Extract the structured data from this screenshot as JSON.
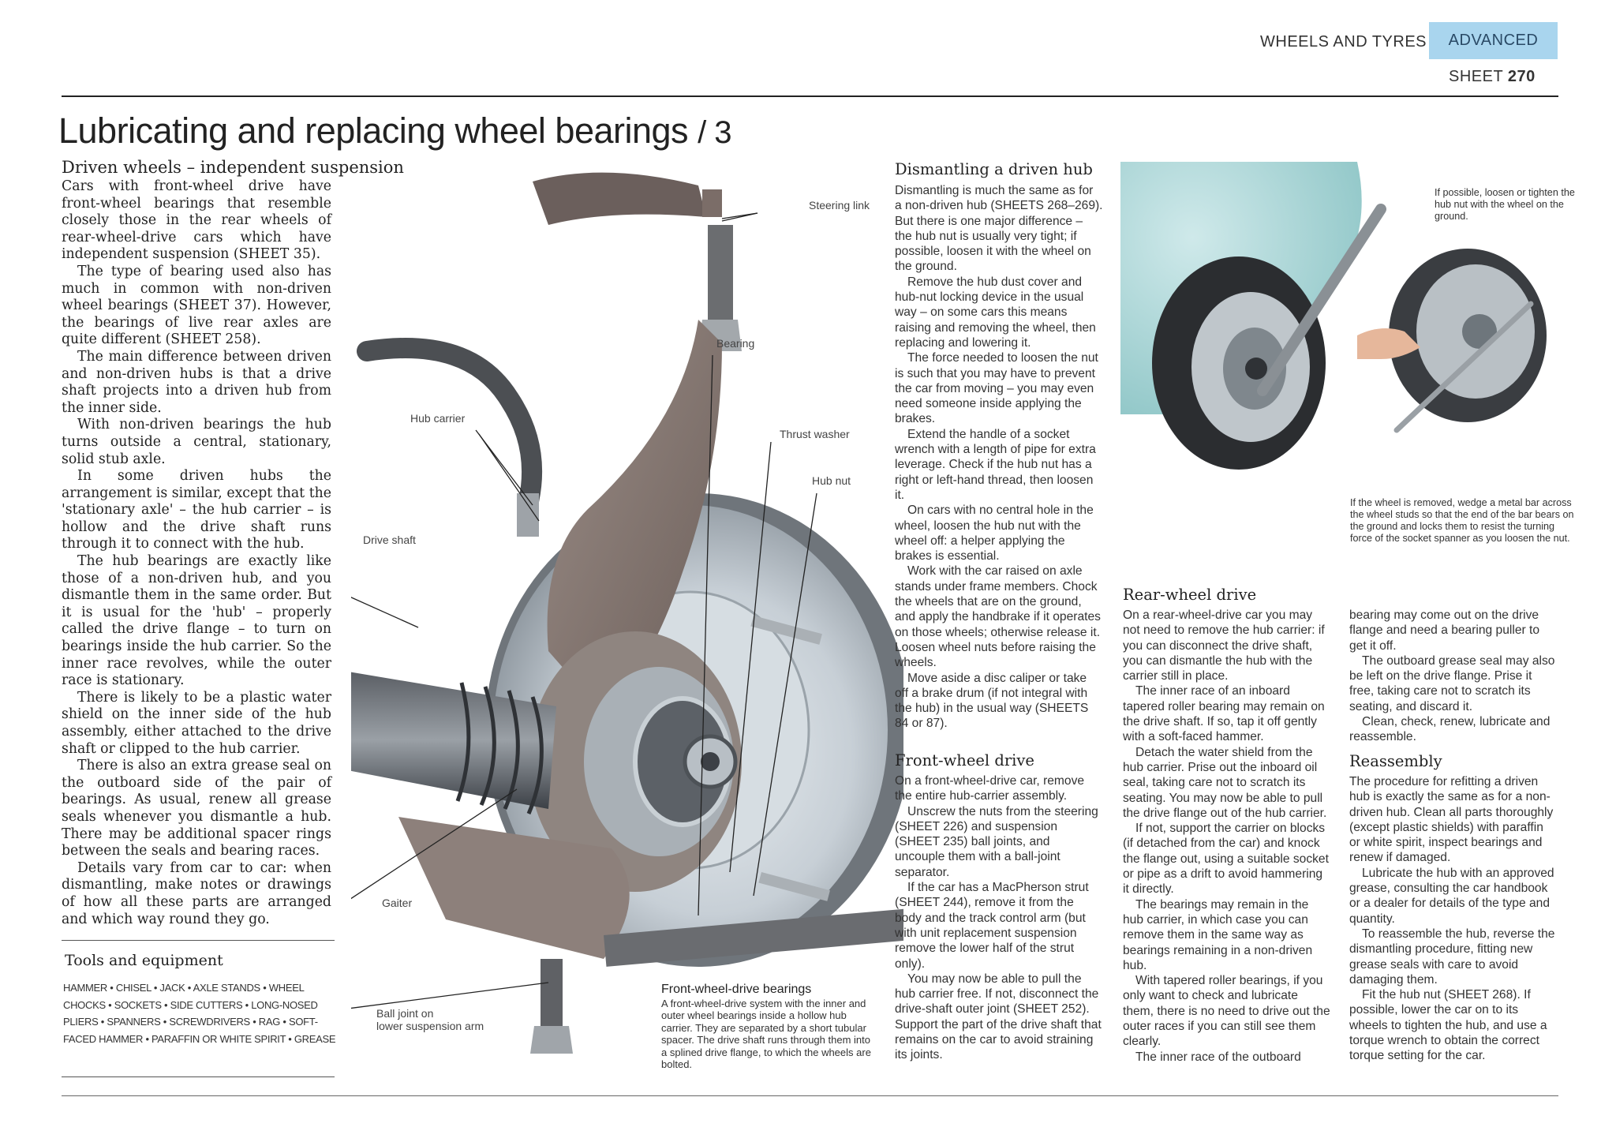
{
  "header": {
    "section": "WHEELS AND TYRES",
    "level": "ADVANCED",
    "sheet_label": "SHEET",
    "sheet_number": "270"
  },
  "title": {
    "main": "Lubricating and replacing wheel bearings",
    "part": "/ 3"
  },
  "left": {
    "heading": "Driven wheels – independent suspension",
    "paragraphs": [
      "Cars with front-wheel drive have front-wheel bearings that resemble closely those in the rear wheels of rear-wheel-drive cars which have independent suspension (SHEET 35).",
      "The type of bearing used also has much in common with non-driven wheel bearings (SHEET 37). However, the bearings of live rear axles are quite different (SHEET 258).",
      "The main difference between driven and non-driven hubs is that a drive shaft projects into a driven hub from the inner side.",
      "With non-driven bearings the hub turns outside a central, stationary, solid stub axle.",
      "In some driven hubs the arrangement is similar, except that the 'stationary axle' – the hub carrier – is hollow and the drive shaft runs through it to connect with the hub.",
      "The hub bearings are exactly like those of a non-driven hub, and you dismantle them in the same order. But it is usual for the 'hub' – properly called the drive flange – to turn on bearings inside the hub carrier. So the inner race revolves, while the outer race is stationary.",
      "There is likely to be a plastic water shield on the inner side of the hub assembly, either attached to the drive shaft or clipped to the hub carrier.",
      "There is also an extra grease seal on the outboard side of the pair of bearings. As usual, renew all grease seals whenever you dismantle a hub. There may be additional spacer rings between the seals and bearing races.",
      "Details vary from car to car: when dismantling, make notes or drawings of how all these parts are arranged and which way round they go."
    ],
    "tools_heading": "Tools and equipment",
    "tools": "HAMMER • CHISEL • JACK • AXLE STANDS • WHEEL CHOCKS • SOCKETS • SIDE CUTTERS • LONG-NOSED PLIERS • SPANNERS • SCREWDRIVERS • RAG • SOFT-FACED HAMMER • PARAFFIN OR WHITE SPIRIT • GREASE"
  },
  "illustration": {
    "labels": {
      "steering_link": "Steering link",
      "bearing": "Bearing",
      "hub_carrier": "Hub carrier",
      "thrust_washer": "Thrust washer",
      "hub_nut": "Hub nut",
      "drive_shaft": "Drive shaft",
      "gaiter": "Gaiter",
      "ball_joint_1": "Ball joint on",
      "ball_joint_2": "lower suspension arm"
    },
    "caption_title": "Front-wheel-drive bearings",
    "caption_text": "A front-wheel-drive system with the inner and outer wheel bearings inside a hollow hub carrier. They are separated by a short tubular spacer. The drive shaft runs through them into a splined drive flange, to which the wheels are bolted."
  },
  "dismantling": {
    "heading": "Dismantling a driven hub",
    "paragraphs": [
      "Dismantling is much the same as for a non-driven hub (SHEETS 268–269). But there is one major difference – the hub nut is usually very tight; if possible, loosen it with the wheel on the ground.",
      "Remove the hub dust cover and hub-nut locking device in the usual way – on some cars this means raising and removing the wheel, then replacing and lowering it.",
      "The force needed to loosen the nut is such that you may have to prevent the car from moving – you may even need someone inside applying the brakes.",
      "Extend the handle of a socket wrench with a length of pipe for extra leverage. Check if the hub nut has a right or left-hand thread, then loosen it.",
      "On cars with no central hole in the wheel, loosen the hub nut with the wheel off: a helper applying the brakes is essential.",
      "Work with the car raised on axle stands under frame members. Chock the wheels that are on the ground, and apply the handbrake if it operates on those wheels; otherwise release it. Loosen wheel nuts before raising the wheels.",
      "Move aside a disc caliper or take off a brake drum (if not integral with the hub) in the usual way (SHEETS 84 or 87)."
    ]
  },
  "front_wheel_drive": {
    "heading": "Front-wheel drive",
    "paragraphs": [
      "On a front-wheel-drive car, remove the entire hub-carrier assembly.",
      "Unscrew the nuts from the steering (SHEET 226) and suspension (SHEET 235) ball joints, and uncouple them with a ball-joint separator.",
      "If the car has a MacPherson strut (SHEET 244), remove it from the body and the track control arm (but with unit replacement suspension remove the lower half of the strut only).",
      "You may now be able to pull the hub carrier free. If not, disconnect the drive-shaft outer joint (SHEET 252). Support the part of the drive shaft that remains on the car to avoid straining its joints."
    ]
  },
  "wheel_photo": {
    "caption_top": "If possible, loosen or tighten the hub nut with the wheel on the ground.",
    "caption_bottom": "If the wheel is removed, wedge a metal bar across the wheel studs so that the end of the bar bears on the ground and locks them to resist the turning force of the socket spanner as you loosen the nut."
  },
  "rear_wheel_drive": {
    "heading": "Rear-wheel drive",
    "paragraphs": [
      "On a rear-wheel-drive car you may not need to remove the hub carrier: if you can disconnect the drive shaft, you can dismantle the hub with the carrier still in place.",
      "The inner race of an inboard tapered roller bearing may remain on the drive shaft. If so, tap it off gently with a soft-faced hammer.",
      "Detach the water shield from the hub carrier. Prise out the inboard oil seal, taking care not to scratch its seating. You may now be able to pull the drive flange out of the hub carrier.",
      "If not, support the carrier on blocks (if detached from the car) and knock the flange out, using a suitable socket or pipe as a drift to avoid hammering it directly.",
      "The bearings may remain in the hub carrier, in which case you can remove them in the same way as bearings remaining in a non-driven hub.",
      "With tapered roller bearings, if you only want to check and lubricate them, there is no need to drive out the outer races if you can still see them clearly.",
      "The inner race of the outboard"
    ],
    "paragraphs_cont": [
      "bearing may come out on the drive flange and need a bearing puller to get it off.",
      "The outboard grease seal may also be left on the drive flange. Prise it free, taking care not to scratch its seating, and discard it.",
      "Clean, check, renew, lubricate and reassemble."
    ]
  },
  "reassembly": {
    "heading": "Reassembly",
    "paragraphs": [
      "The procedure for refitting a driven hub is exactly the same as for a non-driven hub. Clean all parts thoroughly (except plastic shields) with paraffin or white spirit, inspect bearings and renew if damaged.",
      "Lubricate the hub with an approved grease, consulting the car handbook or a dealer for details of the type and quantity.",
      "To reassemble the hub, reverse the dismantling procedure, fitting new grease seals with care to avoid damaging them.",
      "Fit the hub nut (SHEET 268). If possible, lower the car on to its wheels to tighten the hub, and use a torque wrench to obtain the correct torque setting for the car."
    ]
  }
}
